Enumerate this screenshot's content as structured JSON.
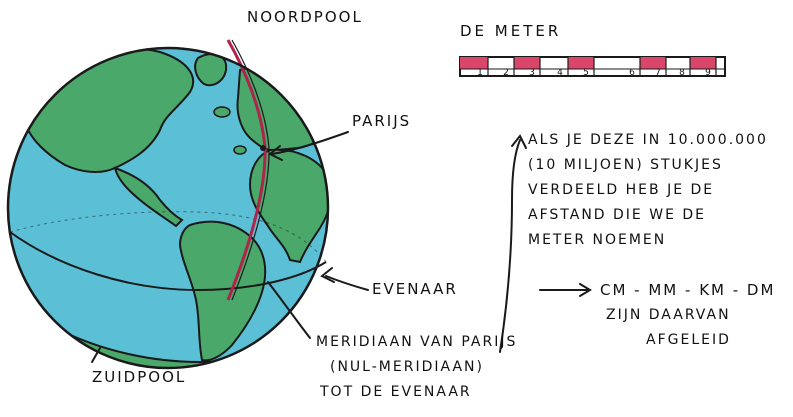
{
  "labels": {
    "north_pole": "NOORDPOOL",
    "paris": "PARIJS",
    "equator": "EVENAAR",
    "south_pole": "ZUIDPOOL"
  },
  "meter": {
    "title": "DE METER",
    "ticks": [
      "1",
      "2",
      "3",
      "4",
      "5",
      "6",
      "7",
      "8",
      "9"
    ],
    "stripe_color": "#d9466a"
  },
  "explanation": {
    "lines": [
      "ALS JE DEZE IN 10.000.000",
      "(10 MILJOEN) STUKJES",
      "VERDEELD HEB JE DE",
      "AFSTAND DIE WE DE",
      "METER NOEMEN"
    ]
  },
  "derived": {
    "units": "CM - MM - KM - DM",
    "lines": [
      "ZIJN DAARVAN",
      "AFGELEID"
    ]
  },
  "meridian_caption": {
    "lines": [
      "MERIDIAAN VAN PARIJS",
      "(NUL-MERIDIAAN)",
      "TOT DE EVENAAR"
    ]
  },
  "colors": {
    "ocean": "#5bbfd6",
    "land": "#4aa86a",
    "meridian": "#b0234a",
    "ink": "#111111"
  }
}
